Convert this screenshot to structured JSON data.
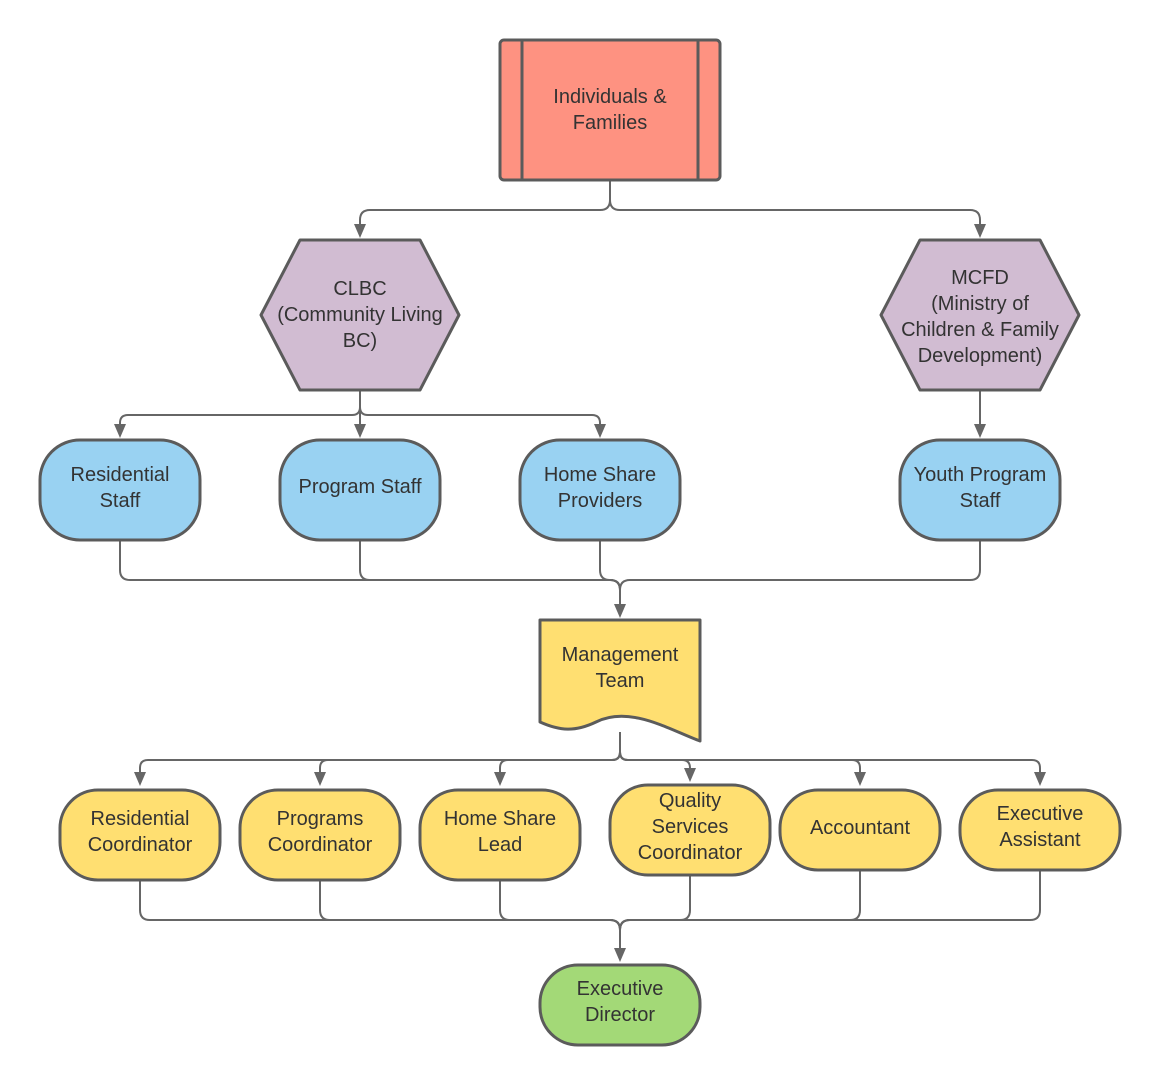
{
  "colors": {
    "source": "#fe9281",
    "funder": "#d1bcd2",
    "staff": "#99d2f2",
    "management": "#ffdf71",
    "director": "#a3d977",
    "stroke": "#5b5b5b",
    "connector": "#666666",
    "text": "#333333"
  },
  "nodes": {
    "individuals": {
      "label": "Individuals &\nFamilies"
    },
    "clbc": {
      "label": "CLBC\n(Community Living\nBC)"
    },
    "mcfd": {
      "label": "MCFD\n(Ministry of\nChildren & Family\nDevelopment)"
    },
    "residential_staff": {
      "label": "Residential\nStaff"
    },
    "program_staff": {
      "label": "Program Staff"
    },
    "home_share_providers": {
      "label": "Home Share\nProviders"
    },
    "youth_program_staff": {
      "label": "Youth Program\nStaff"
    },
    "management_team": {
      "label": "Management\nTeam"
    },
    "residential_coordinator": {
      "label": "Residential\nCoordinator"
    },
    "programs_coordinator": {
      "label": "Programs\nCoordinator"
    },
    "home_share_lead": {
      "label": "Home Share\nLead"
    },
    "quality_services_coordinator": {
      "label": "Quality\nServices\nCoordinator"
    },
    "accountant": {
      "label": "Accountant"
    },
    "executive_assistant": {
      "label": "Executive\nAssistant"
    },
    "executive_director": {
      "label": "Executive\nDirector"
    }
  },
  "edges": [
    [
      "individuals",
      "clbc"
    ],
    [
      "individuals",
      "mcfd"
    ],
    [
      "clbc",
      "residential_staff"
    ],
    [
      "clbc",
      "program_staff"
    ],
    [
      "clbc",
      "home_share_providers"
    ],
    [
      "mcfd",
      "youth_program_staff"
    ],
    [
      "residential_staff",
      "management_team"
    ],
    [
      "program_staff",
      "management_team"
    ],
    [
      "home_share_providers",
      "management_team"
    ],
    [
      "youth_program_staff",
      "management_team"
    ],
    [
      "management_team",
      "residential_coordinator"
    ],
    [
      "management_team",
      "programs_coordinator"
    ],
    [
      "management_team",
      "home_share_lead"
    ],
    [
      "management_team",
      "quality_services_coordinator"
    ],
    [
      "management_team",
      "accountant"
    ],
    [
      "management_team",
      "executive_assistant"
    ],
    [
      "residential_coordinator",
      "executive_director"
    ],
    [
      "programs_coordinator",
      "executive_director"
    ],
    [
      "home_share_lead",
      "executive_director"
    ],
    [
      "quality_services_coordinator",
      "executive_director"
    ],
    [
      "accountant",
      "executive_director"
    ],
    [
      "executive_assistant",
      "executive_director"
    ]
  ]
}
